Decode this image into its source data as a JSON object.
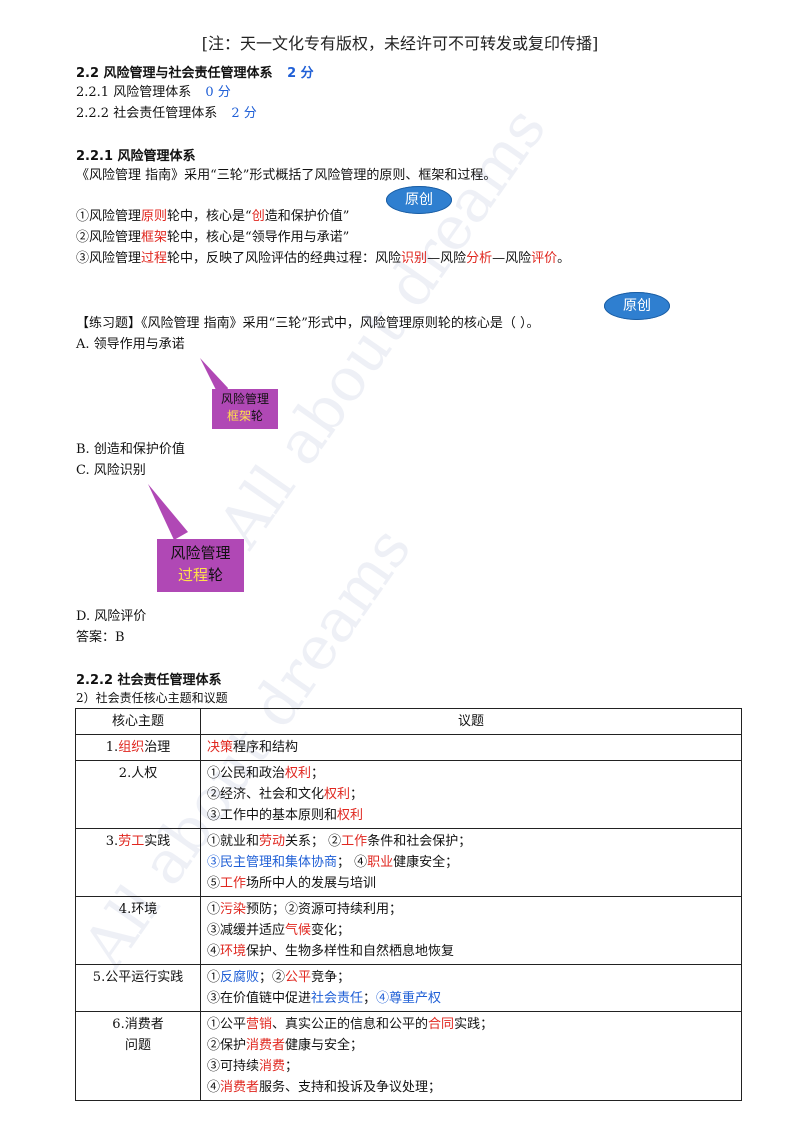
{
  "notice": "[注：天一文化专有版权，未经许可不可转发或复印传播]",
  "heading_22": {
    "label": "2.2  风险管理与社会责任管理体系",
    "score": "2 分"
  },
  "toc": [
    {
      "label": "2.2.1  风险管理体系",
      "score": "0 分"
    },
    {
      "label": "2.2.2  社会责任管理体系",
      "score": "2 分"
    }
  ],
  "heading_221": "2.2.1  风险管理体系",
  "intro": "《风险管理 指南》采用“三轮”形式概括了风险管理的原则、框架和过程。",
  "badge": "原创",
  "wheels": [
    {
      "a": "①风险管理",
      "b": "原则",
      "c": "轮中，核心是“",
      "d": "创",
      "e": "造和保护价值”"
    },
    {
      "a": "②风险管理",
      "b": "框架",
      "c": "轮中，核心是“领导作用与承诺”"
    },
    {
      "a": "③风险管理",
      "b": "过程",
      "c": "轮中，反映了风险评估的经典过程：风险",
      "d": "识别",
      "e": "—风险",
      "f": "分析",
      "g": "—风险",
      "h": "评价",
      "i": "。"
    }
  ],
  "exercise": {
    "question": "【练习题】《风险管理 指南》采用“三轮”形式中，风险管理原则轮的核心是（    ）。",
    "option_a": "A. 领导作用与承诺",
    "option_b": "B. 创造和保护价值",
    "option_c": "C. 风险识别",
    "option_d": "D. 风险评价",
    "answer": "答案：B"
  },
  "callout_1": {
    "line1": "风险管理",
    "line2a": "框架",
    "line2b": "轮"
  },
  "callout_2": {
    "line1": "风险管理",
    "line2a": "过程",
    "line2b": "轮"
  },
  "heading_222": "2.2.2  社会责任管理体系",
  "subheading": "2）社会责任核心主题和议题",
  "watermark": "All about dreams",
  "table": {
    "headers": [
      "核心主题",
      "议题"
    ],
    "rows": [
      {
        "topic": [
          [
            "1.",
            ""
          ],
          [
            "组织",
            "red"
          ],
          [
            "治理",
            ""
          ]
        ],
        "lines": [
          [
            [
              "决策",
              "red"
            ],
            [
              "程序和结构",
              ""
            ]
          ]
        ]
      },
      {
        "topic": [
          [
            "2.人权",
            ""
          ]
        ],
        "lines": [
          [
            [
              "①公民和政治",
              ""
            ],
            [
              "权利",
              "red"
            ],
            [
              "；",
              ""
            ]
          ],
          [
            [
              "②经济、社会和文化",
              ""
            ],
            [
              "权利",
              "red"
            ],
            [
              "；",
              ""
            ]
          ],
          [
            [
              "③工作中的基本原则和",
              ""
            ],
            [
              "权利",
              "red"
            ]
          ]
        ]
      },
      {
        "topic": [
          [
            "3.",
            ""
          ],
          [
            "劳工",
            "red"
          ],
          [
            "实践",
            ""
          ]
        ],
        "lines": [
          [
            [
              "①就业和",
              ""
            ],
            [
              "劳动",
              "red"
            ],
            [
              "关系；          ②",
              ""
            ],
            [
              "工作",
              "red"
            ],
            [
              "条件和社会保护；",
              ""
            ]
          ],
          [
            [
              "③民主管理和集体协商",
              "blue"
            ],
            [
              "；   ④",
              ""
            ],
            [
              "职业",
              "red"
            ],
            [
              "健康安全；",
              ""
            ]
          ],
          [
            [
              "⑤",
              ""
            ],
            [
              "工作",
              "red"
            ],
            [
              "场所中人的发展与培训",
              ""
            ]
          ]
        ]
      },
      {
        "topic": [
          [
            "4.环境",
            ""
          ]
        ],
        "lines": [
          [
            [
              "①",
              ""
            ],
            [
              "污染",
              "red"
            ],
            [
              "预防；②资源可持续利用；",
              ""
            ]
          ],
          [
            [
              "③减缓并适应",
              ""
            ],
            [
              "气候",
              "red"
            ],
            [
              "变化；",
              ""
            ]
          ],
          [
            [
              "④",
              ""
            ],
            [
              "环境",
              "red"
            ],
            [
              "保护、生物多样性和自然栖息地恢复",
              ""
            ]
          ]
        ]
      },
      {
        "topic": [
          [
            "5.公平运行实践",
            ""
          ]
        ],
        "lines": [
          [
            [
              "①",
              ""
            ],
            [
              "反腐败",
              "blue"
            ],
            [
              "；②",
              ""
            ],
            [
              "公平",
              "red"
            ],
            [
              "竞争；",
              ""
            ]
          ],
          [
            [
              "③在价值链中促进",
              ""
            ],
            [
              "社会责任",
              "blue"
            ],
            [
              "；",
              ""
            ],
            [
              "④尊重产权",
              "blue"
            ]
          ]
        ]
      },
      {
        "topic": [
          [
            "6.消费者",
            ""
          ],
          [
            "\n问题",
            ""
          ]
        ],
        "lines": [
          [
            [
              "①公平",
              ""
            ],
            [
              "营销",
              "red"
            ],
            [
              "、真实公正的信息和公平的",
              ""
            ],
            [
              "合同",
              "red"
            ],
            [
              "实践；",
              ""
            ]
          ],
          [
            [
              "②保护",
              ""
            ],
            [
              "消费者",
              "red"
            ],
            [
              "健康与安全；",
              ""
            ]
          ],
          [
            [
              "③可持续",
              ""
            ],
            [
              "消费",
              "red"
            ],
            [
              "；",
              ""
            ]
          ],
          [
            [
              "④",
              ""
            ],
            [
              "消费者",
              "red"
            ],
            [
              "服务、支持和投诉及争议处理；",
              ""
            ]
          ]
        ]
      }
    ]
  }
}
